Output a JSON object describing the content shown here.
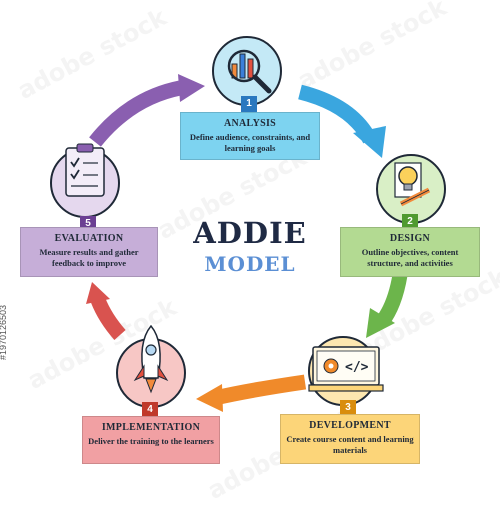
{
  "title": {
    "line1": "ADDIE",
    "line2": "MODEL"
  },
  "stages": [
    {
      "number": "1",
      "title": "ANALYSIS",
      "desc": "Define audience, constraints, and learning goals",
      "icon": "magnifier-chart-icon",
      "color": "#7dd3f0"
    },
    {
      "number": "2",
      "title": "DESIGN",
      "desc": "Outline objectives, content structure, and activities",
      "icon": "lightbulb-pencil-icon",
      "color": "#b3da92"
    },
    {
      "number": "3",
      "title": "DEVELOPMENT",
      "desc": "Create course content and learning materials",
      "icon": "laptop-code-icon",
      "color": "#fcd579"
    },
    {
      "number": "4",
      "title": "IMPLEMENTATION",
      "desc": "Deliver the training to the learners",
      "icon": "rocket-icon",
      "color": "#f1a0a3"
    },
    {
      "number": "5",
      "title": "EVALUATION",
      "desc": "Measure results and gather feedback to improve",
      "icon": "checklist-clipboard-icon",
      "color": "#c6aed8"
    }
  ],
  "watermark": "adobe stock",
  "stock_id": "#1970126503"
}
